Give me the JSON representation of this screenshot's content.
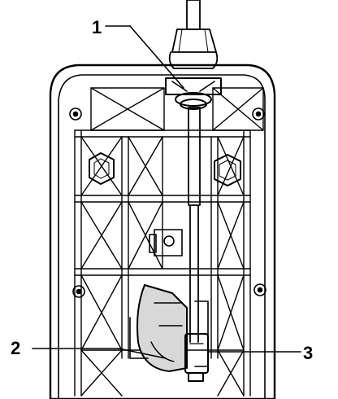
{
  "callouts": {
    "one": "1",
    "two": "2",
    "three": "3"
  },
  "colors": {
    "ink": "#000000",
    "paper": "#ffffff",
    "shade": "#d8d8d8"
  }
}
